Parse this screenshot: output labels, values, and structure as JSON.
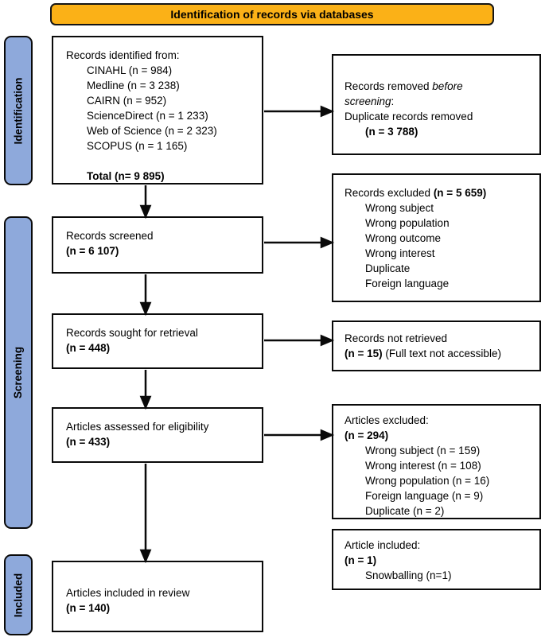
{
  "banner": {
    "title": "Identification of records via databases"
  },
  "colors": {
    "banner-bg": "#FBB117",
    "tab-bg": "#8EA9DB",
    "box-border": "#0A0A0A"
  },
  "tabs": [
    {
      "label": "Identification"
    },
    {
      "label": "Screening"
    },
    {
      "label": "Included"
    }
  ],
  "flow": {
    "identified": {
      "heading": "Records identified from:",
      "items": [
        "CINAHL (n = 984)",
        "Medline (n = 3 238)",
        "CAIRN (n = 952)",
        "ScienceDirect (n = 1 233)",
        "Web of Science (n = 2 323)",
        "SCOPUS (n = 1 165)"
      ],
      "total": "Total (n= 9 895)"
    },
    "removed": {
      "title_pre": "Records removed ",
      "title_italic_1": "before",
      "title_italic_2": "screening",
      "title_post": ":",
      "body": "Duplicate records removed",
      "count": "(n = 3 788)"
    },
    "screened": {
      "label": "Records screened",
      "count": "(n = 6 107)"
    },
    "excluded": {
      "title": "Records excluded ",
      "count": "(n = 5 659)",
      "reasons": [
        "Wrong subject",
        "Wrong population",
        "Wrong outcome",
        "Wrong interest",
        "Duplicate",
        "Foreign language"
      ]
    },
    "sought": {
      "label": "Records sought for retrieval",
      "count": "(n = 448)"
    },
    "not_retrieved": {
      "label": "Records not retrieved",
      "count": "(n = 15)",
      "note": " (Full text not accessible)"
    },
    "assessed": {
      "label": "Articles assessed for eligibility",
      "count": "(n = 433)"
    },
    "articles_excluded": {
      "title": "Articles excluded:",
      "count": "(n = 294)",
      "reasons": [
        "Wrong subject (n = 159)",
        "Wrong interest (n = 108)",
        "Wrong population (n = 16)",
        "Foreign language (n = 9)",
        "Duplicate (n = 2)"
      ]
    },
    "article_included": {
      "title": "Article included:",
      "count": "(n = 1)",
      "detail": "Snowballing (n=1)"
    },
    "included_review": {
      "label": "Articles included in review",
      "count": "(n = 140)"
    }
  }
}
